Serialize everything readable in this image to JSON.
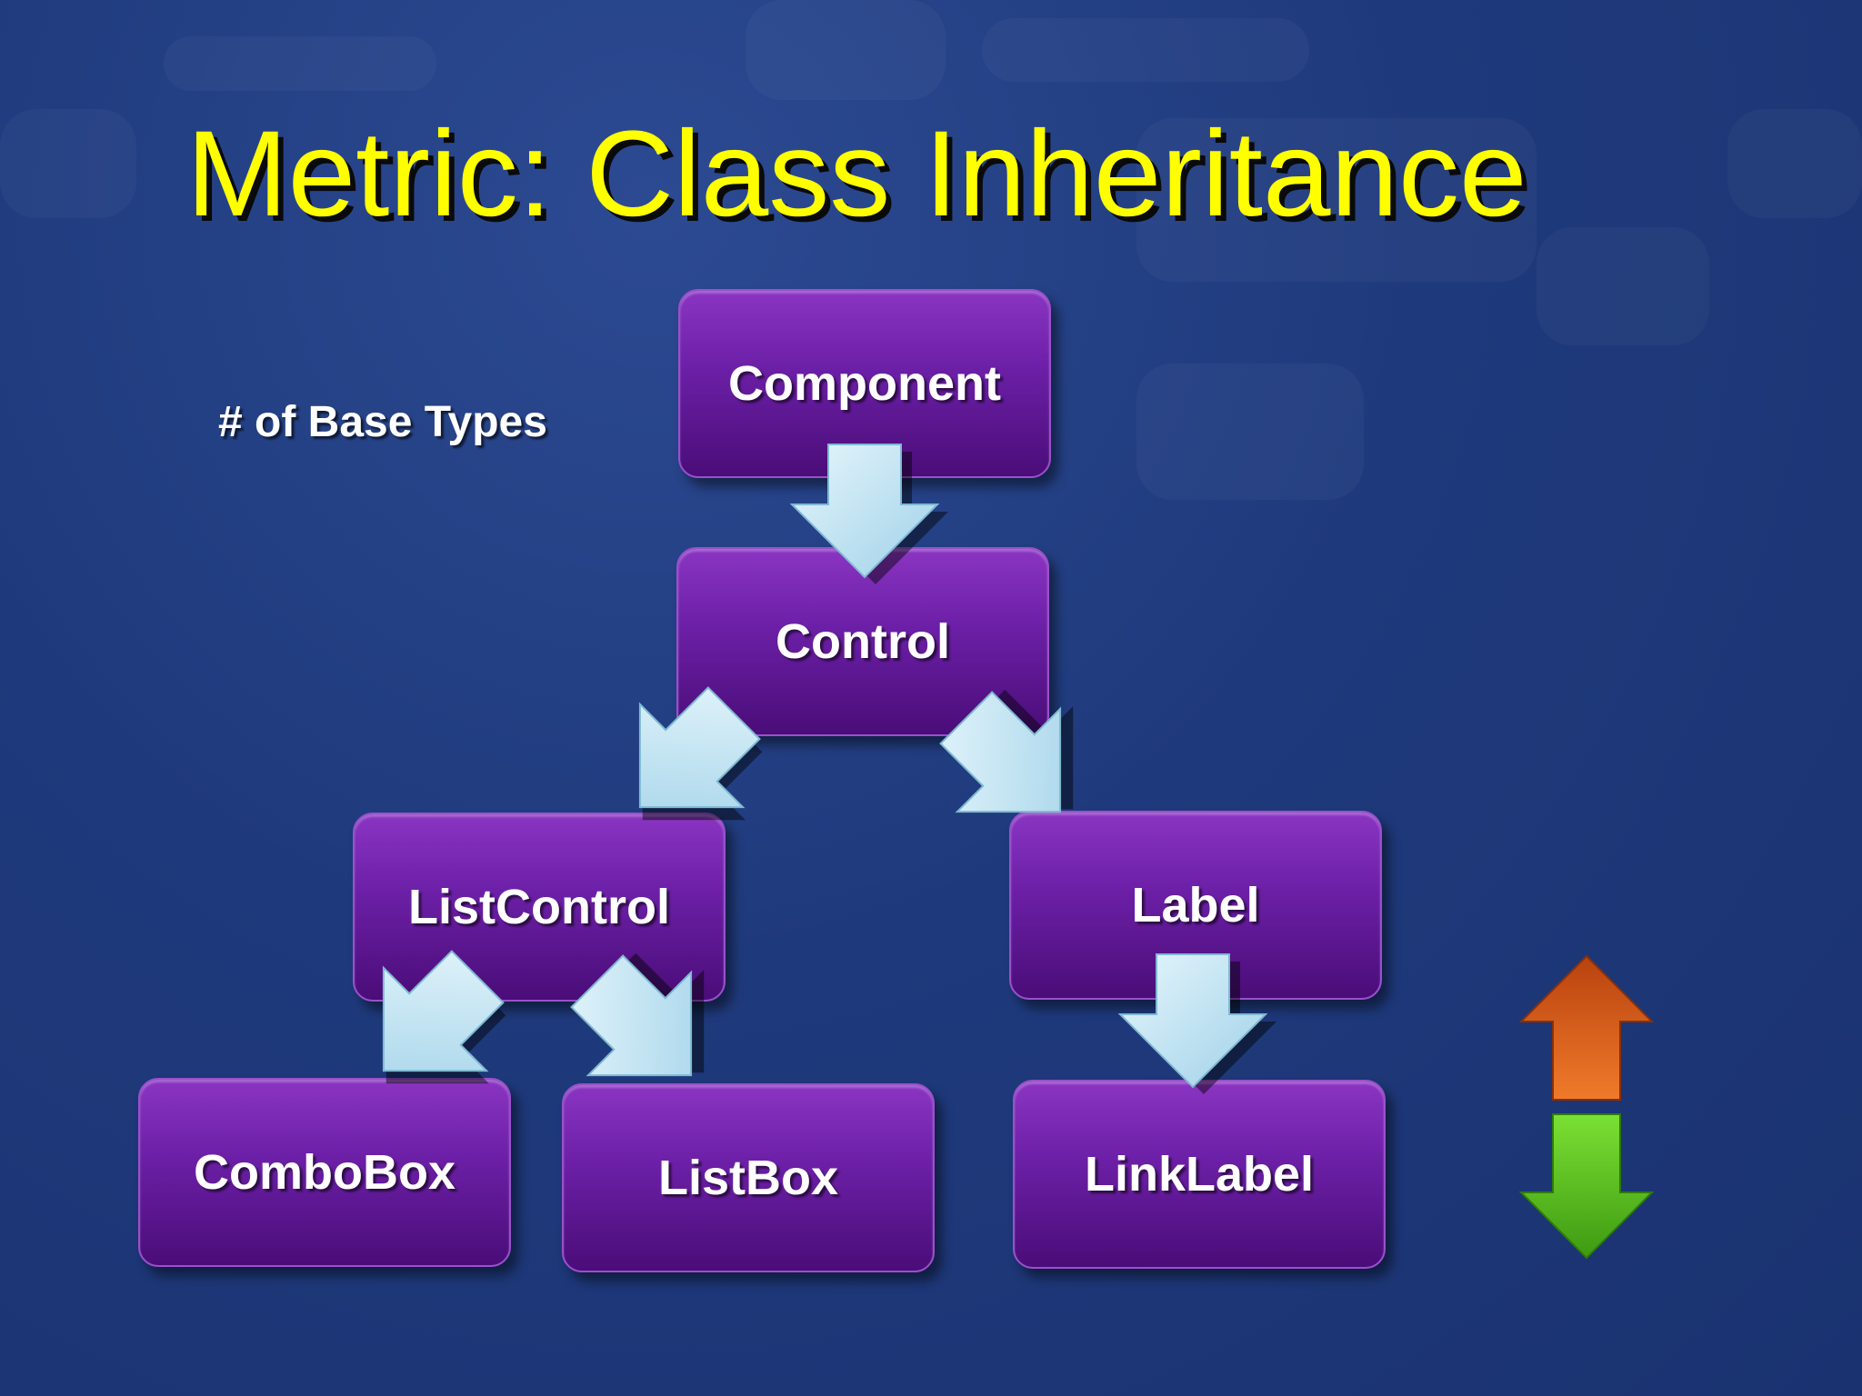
{
  "slide": {
    "title": "Metric: Class Inheritance",
    "subtitle": "# of Base Types"
  },
  "nodes": {
    "component": "Component",
    "control": "Control",
    "list_control": "ListControl",
    "label": "Label",
    "combo_box": "ComboBox",
    "list_box": "ListBox",
    "link_label": "LinkLabel"
  },
  "colors": {
    "background": "#1f3a7c",
    "title": "#ffff00",
    "node_fill": "#6d20a8",
    "arrow_fill": "#bfe3f2",
    "up_arrow": "#e0601a",
    "down_arrow": "#5cc81e"
  },
  "legend": {
    "up_icon": "up-arrow-icon",
    "down_icon": "down-arrow-icon"
  }
}
